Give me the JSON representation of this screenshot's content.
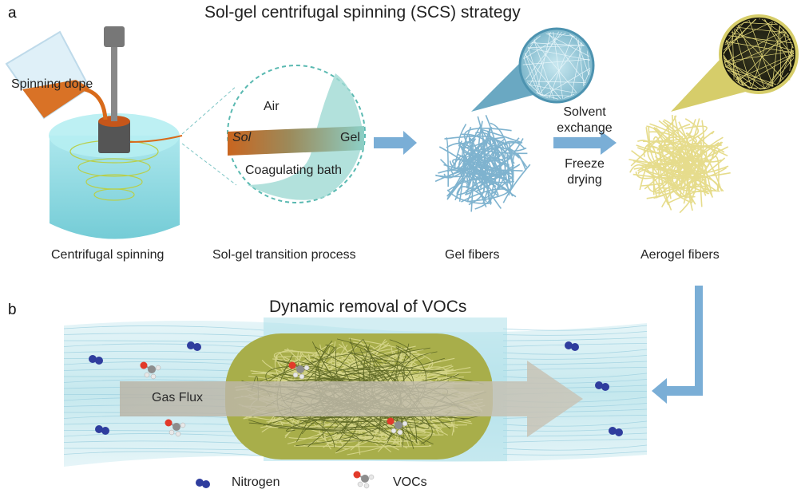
{
  "panel_a": {
    "letter": "a",
    "title": "Sol-gel centrifugal spinning (SCS) strategy",
    "spinning_dope": "Spinning dope",
    "air": "Air",
    "sol": "Sol",
    "gel": "Gel",
    "coagulating_bath": "Coagulating bath",
    "solvent_exchange_1": "Solvent",
    "solvent_exchange_2": "exchange",
    "freeze_drying_1": "Freeze",
    "freeze_drying_2": "drying",
    "captions": {
      "centrifugal": "Centrifugal spinning",
      "transition": "Sol-gel transition process",
      "gel_fibers": "Gel fibers",
      "aerogel_fibers": "Aerogel fibers"
    }
  },
  "panel_b": {
    "letter": "b",
    "title": "Dynamic removal of VOCs",
    "gas_flux": "Gas Flux",
    "legend": {
      "nitrogen": "Nitrogen",
      "vocs": "VOCs"
    }
  },
  "colors": {
    "arrow_blue": "#7aaed6",
    "bath_cyan": "#7fd3dd",
    "dope_orange": "#d86a1a",
    "gel_fiber": "#7fb3cf",
    "aerogel_fiber": "#e6dc8c",
    "fiber_block": "#9aa644",
    "nitrogen": "#2f3d9e",
    "oxygen": "#e23a2a"
  }
}
